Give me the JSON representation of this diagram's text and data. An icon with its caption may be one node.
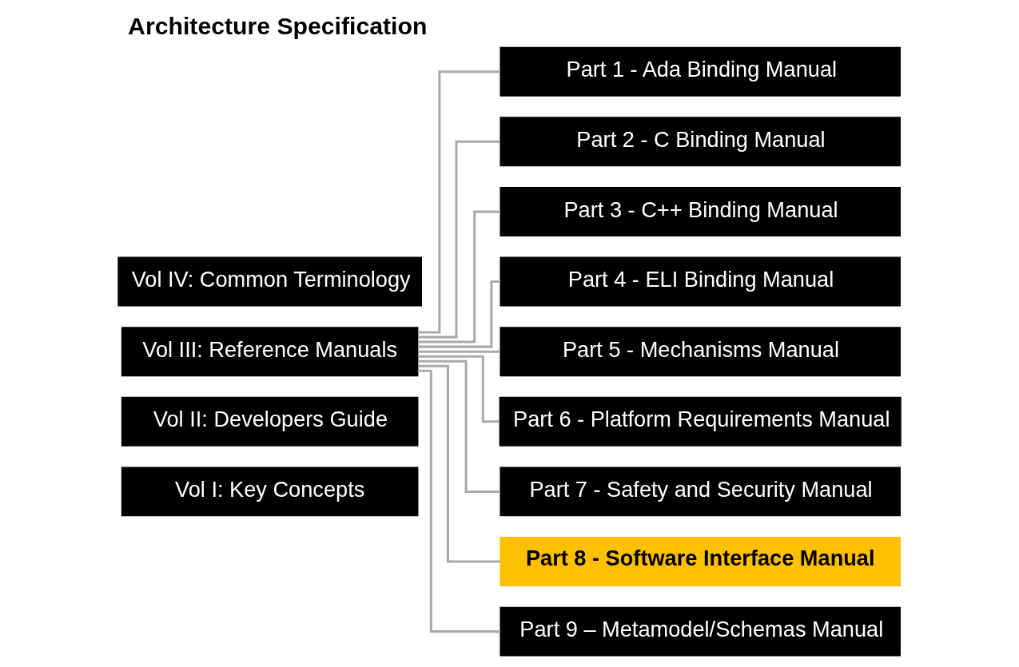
{
  "diagram": {
    "title": "Architecture Specification",
    "nodes": [
      {
        "text": [
          "Vol I: Key Concepts"
        ]
      },
      {
        "text": [
          "Vol II: Developers Guide"
        ]
      },
      {
        "text": [
          "Vol III: Reference Manuals"
        ]
      },
      {
        "text": [
          "Vol IV: Common Terminology"
        ]
      },
      {
        "text": [
          "Part 1 - Ada Binding Manual"
        ]
      },
      {
        "text": [
          "Part 2 - C Binding Manual"
        ]
      },
      {
        "text": [
          "Part 3 - C++ Binding Manual"
        ]
      },
      {
        "text": [
          "Part 4 - ELI Binding Manual"
        ]
      },
      {
        "text": [
          "Part 5 - Mechanisms Manual"
        ]
      },
      {
        "text": [
          "Part 6 - Platform Requirements Manual"
        ]
      },
      {
        "text": [
          "Part 7 - Safety and Security Manual"
        ]
      },
      {
        "text": [
          "Part 8 - Software Interface Manual"
        ]
      },
      {
        "text": [
          "Part 9 – Metamodel/Schemas Manual"
        ]
      }
    ],
    "edges": [
      {
        "from": 2,
        "to": 4,
        "arrow": "none"
      },
      {
        "from": 2,
        "to": 5,
        "arrow": "none"
      },
      {
        "from": 2,
        "to": 6,
        "arrow": "none"
      },
      {
        "from": 2,
        "to": 7,
        "arrow": "none"
      },
      {
        "from": 2,
        "to": 8,
        "arrow": "none"
      },
      {
        "from": 2,
        "to": 9,
        "arrow": "none"
      },
      {
        "from": 2,
        "to": 10,
        "arrow": "none"
      },
      {
        "from": 2,
        "to": 11,
        "arrow": "none"
      },
      {
        "from": 2,
        "to": 12,
        "arrow": "none"
      }
    ]
  }
}
